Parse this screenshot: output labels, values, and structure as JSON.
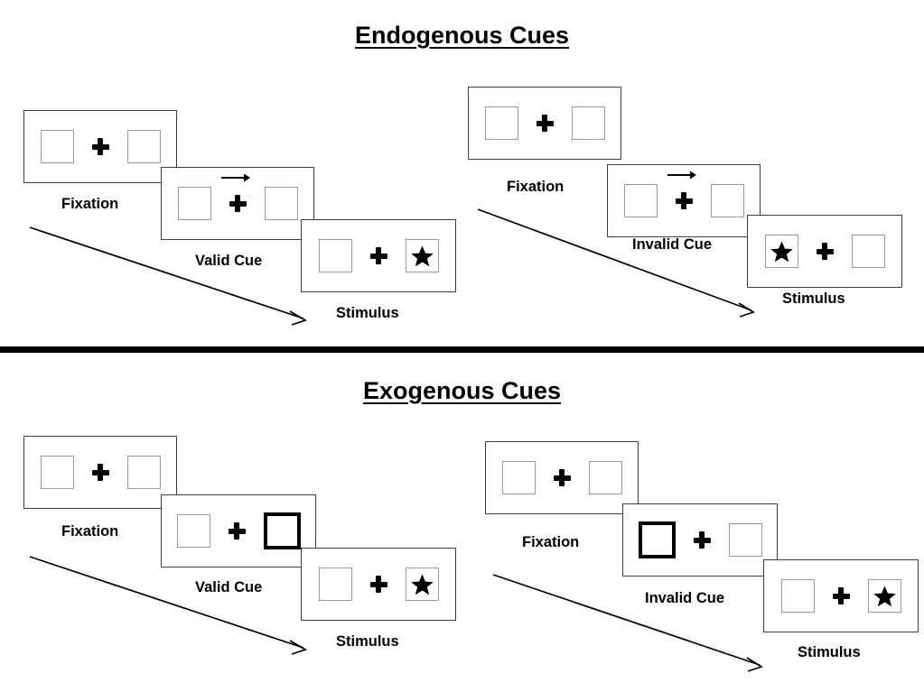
{
  "figure": {
    "title_top": "Endogenous Cues",
    "title_bottom": "Exogenous Cues"
  },
  "colors": {
    "ink": "#000000",
    "panel_border": "#3f3f3f",
    "box_border": "#9a9a9a",
    "cue_box_border": "#000000",
    "background": "#ffffff"
  },
  "captions": {
    "fixation": "Fixation",
    "valid_cue": "Valid Cue",
    "invalid_cue": "Invalid Cue",
    "stimulus": "Stimulus"
  },
  "sections": [
    {
      "id": "endogenous",
      "title": "Endogenous Cues",
      "cue_type": "central-arrow",
      "columns": [
        {
          "id": "endogenous-valid",
          "validity": "valid",
          "cue_caption": "Valid Cue",
          "frames": [
            {
              "name": "fixation",
              "caption": "Fixation",
              "left_box": "empty",
              "right_box": "empty",
              "center": "plus",
              "cue": "none"
            },
            {
              "name": "valid-cue",
              "caption": "Valid Cue",
              "left_box": "empty",
              "right_box": "empty",
              "center": "plus",
              "cue": "arrow-right"
            },
            {
              "name": "stimulus",
              "caption": "Stimulus",
              "left_box": "empty",
              "right_box": "star",
              "center": "plus",
              "cue": "none"
            }
          ]
        },
        {
          "id": "endogenous-invalid",
          "validity": "invalid",
          "cue_caption": "Invalid Cue",
          "frames": [
            {
              "name": "fixation",
              "caption": "Fixation",
              "left_box": "empty",
              "right_box": "empty",
              "center": "plus",
              "cue": "none"
            },
            {
              "name": "invalid-cue",
              "caption": "Invalid Cue",
              "left_box": "empty",
              "right_box": "empty",
              "center": "plus",
              "cue": "arrow-right"
            },
            {
              "name": "stimulus",
              "caption": "Stimulus",
              "left_box": "star",
              "right_box": "empty",
              "center": "plus",
              "cue": "none"
            }
          ]
        }
      ]
    },
    {
      "id": "exogenous",
      "title": "Exogenous Cues",
      "cue_type": "peripheral-flash",
      "columns": [
        {
          "id": "exogenous-valid",
          "validity": "valid",
          "cue_caption": "Valid Cue",
          "frames": [
            {
              "name": "fixation",
              "caption": "Fixation",
              "left_box": "empty",
              "right_box": "empty",
              "center": "plus",
              "cue": "none"
            },
            {
              "name": "valid-cue",
              "caption": "Valid Cue",
              "left_box": "empty",
              "right_box": "highlighted",
              "center": "plus",
              "cue": "none"
            },
            {
              "name": "stimulus",
              "caption": "Stimulus",
              "left_box": "empty",
              "right_box": "star",
              "center": "plus",
              "cue": "none"
            }
          ]
        },
        {
          "id": "exogenous-invalid",
          "validity": "invalid",
          "cue_caption": "Invalid Cue",
          "frames": [
            {
              "name": "fixation",
              "caption": "Fixation",
              "left_box": "empty",
              "right_box": "empty",
              "center": "plus",
              "cue": "none"
            },
            {
              "name": "invalid-cue",
              "caption": "Invalid Cue",
              "left_box": "highlighted",
              "right_box": "empty",
              "center": "plus",
              "cue": "none"
            },
            {
              "name": "stimulus",
              "caption": "Stimulus",
              "left_box": "empty",
              "right_box": "star",
              "center": "plus",
              "cue": "none"
            }
          ]
        }
      ]
    }
  ],
  "flow_arrows": [
    {
      "name": "time-flow-endogenous-left",
      "meaning": "time"
    },
    {
      "name": "time-flow-endogenous-right",
      "meaning": "time"
    },
    {
      "name": "time-flow-exogenous-left",
      "meaning": "time"
    },
    {
      "name": "time-flow-exogenous-right",
      "meaning": "time"
    }
  ]
}
